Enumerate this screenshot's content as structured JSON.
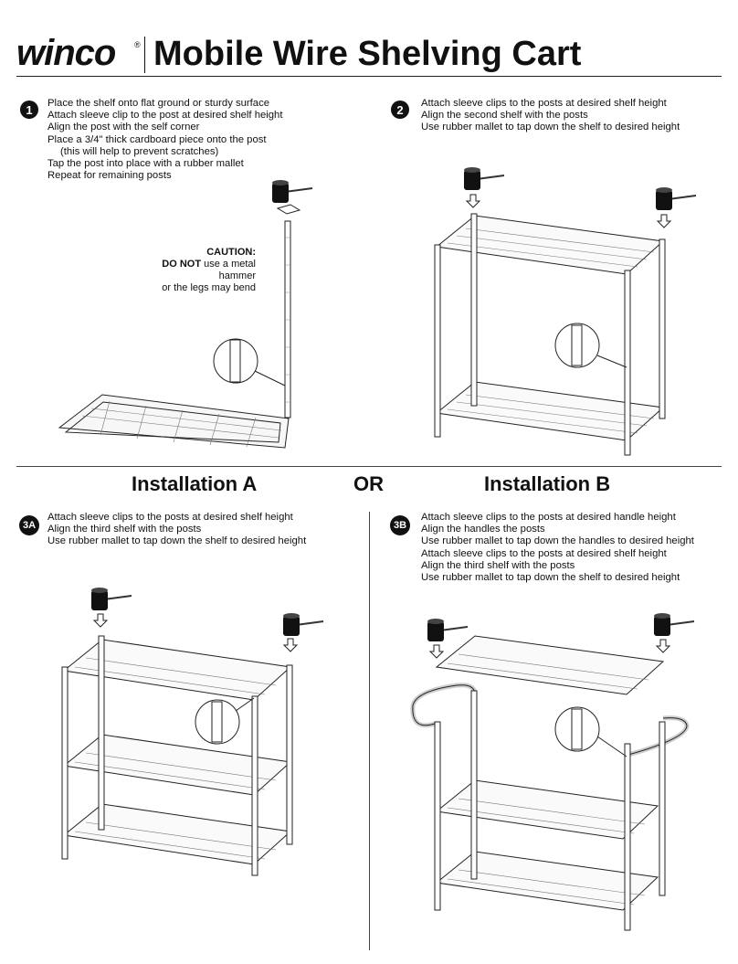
{
  "brand": {
    "logo": "winco",
    "reg": "®"
  },
  "title": "Mobile Wire Shelving Cart",
  "step1": {
    "number": "1",
    "lines": [
      "Place the shelf onto flat ground or sturdy surface",
      "Attach sleeve clip to the post at desired shelf height",
      "Align the post with the self corner",
      "Place a 3/4\" thick cardboard piece onto the post",
      "(this will help to prevent scratches)",
      "Tap the post into place with a rubber mallet",
      "Repeat for remaining posts"
    ],
    "caution_title": "CAUTION:",
    "caution_bold": "DO NOT",
    "caution_rest": "use a metal hammer",
    "caution_line2": "or the legs may bend"
  },
  "step2": {
    "number": "2",
    "lines": [
      "Attach sleeve clips to the posts at desired shelf height",
      "Align the second shelf with the posts",
      "Use rubber mallet to tap down the shelf to desired height"
    ]
  },
  "headings": {
    "a": "Installation A",
    "or": "OR",
    "b": "Installation B"
  },
  "step3a": {
    "number": "3A",
    "lines": [
      "Attach sleeve clips to the posts at desired shelf height",
      "Align the third shelf with the posts",
      "Use rubber mallet to tap down the shelf to desired height"
    ]
  },
  "step3b": {
    "number": "3B",
    "lines": [
      "Attach sleeve clips to the posts at desired handle height",
      "Align the handles the posts",
      "Use rubber mallet to tap down the handles to desired height",
      "Attach sleeve clips to the posts at desired shelf height",
      "Align the third shelf with the posts",
      "Use rubber mallet to tap down the shelf to desired height"
    ]
  }
}
